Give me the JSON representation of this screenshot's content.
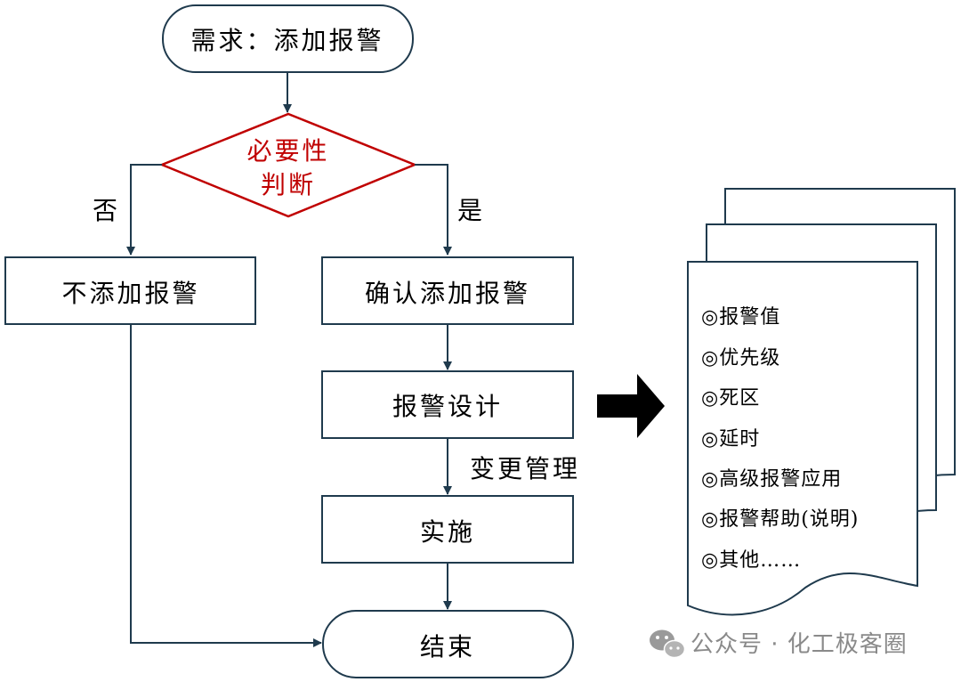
{
  "colors": {
    "line": "#1f3a4d",
    "decision": "#c00000",
    "ink": "#000000",
    "watermark": "#8a8a8a"
  },
  "flow": {
    "start": "需求：添加报警",
    "decision_line1": "必要性",
    "decision_line2": "判断",
    "branch_no": "否",
    "branch_yes": "是",
    "no_add": "不添加报警",
    "confirm_add": "确认添加报警",
    "alarm_design": "报警设计",
    "change_mgmt": "变更管理",
    "implement": "实施",
    "end": "结束"
  },
  "document": {
    "icon": "right-arrow-icon",
    "items": [
      "◎报警值",
      "◎优先级",
      "◎死区",
      "◎延时",
      "◎高级报警应用",
      "◎报警帮助(说明)",
      "◎其他……"
    ]
  },
  "watermark": {
    "icon": "wechat-icon",
    "text": "公众号 · 化工极客圈"
  }
}
